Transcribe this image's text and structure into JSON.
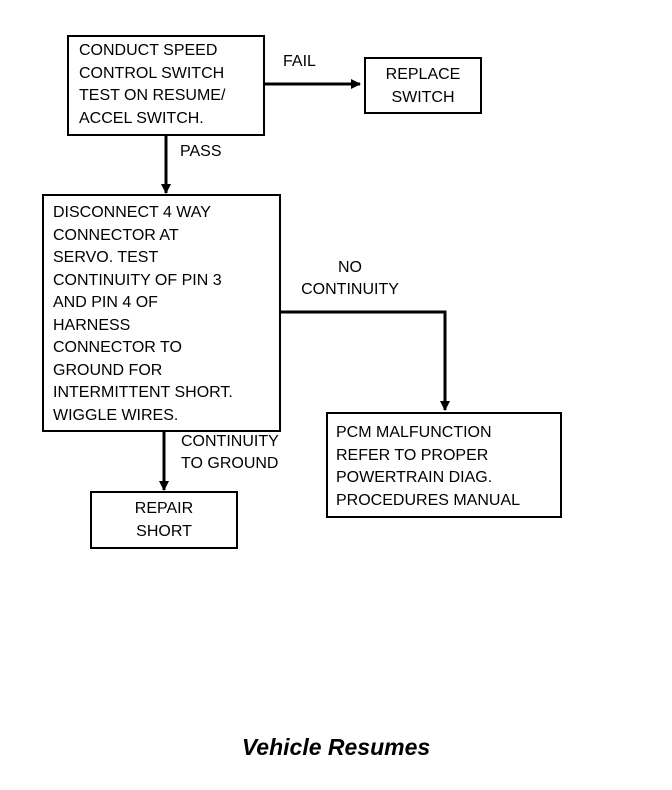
{
  "boxes": {
    "speed_control_test": [
      "CONDUCT SPEED",
      "CONTROL SWITCH",
      "TEST ON RESUME/",
      "ACCEL SWITCH."
    ],
    "replace_switch": [
      "REPLACE",
      "SWITCH"
    ],
    "disconnect_connector": [
      "DISCONNECT 4 WAY",
      "CONNECTOR AT",
      "SERVO. TEST",
      "CONTINUITY OF PIN 3",
      "AND PIN 4 OF",
      "HARNESS",
      "CONNECTOR TO",
      "GROUND FOR",
      "INTERMITTENT SHORT.",
      "WIGGLE WIRES."
    ],
    "pcm_malfunction": [
      "PCM MALFUNCTION",
      "REFER TO PROPER",
      "POWERTRAIN DIAG.",
      "PROCEDURES MANUAL"
    ],
    "repair_short": [
      "REPAIR",
      "SHORT"
    ]
  },
  "labels": {
    "fail": "FAIL",
    "pass": "PASS",
    "no_continuity": [
      "NO",
      "CONTINUITY"
    ],
    "continuity_to_ground": [
      "CONTINUITY",
      "TO GROUND"
    ]
  },
  "caption": "Vehicle Resumes"
}
